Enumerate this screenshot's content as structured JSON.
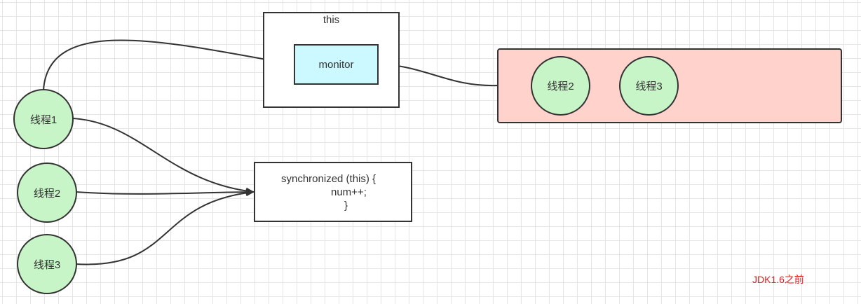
{
  "this_box": {
    "title": "this"
  },
  "monitor": {
    "label": "monitor"
  },
  "waiting_queue": {
    "threads": [
      "线程2",
      "线程3"
    ],
    "fill": "#ffd3cc"
  },
  "threads": [
    "线程1",
    "线程2",
    "线程3"
  ],
  "thread_fill": "#c8f5c8",
  "monitor_fill": "#ccf9ff",
  "code_block": {
    "line1": "synchronized (this) {",
    "line2": "num++;",
    "line3": "}"
  },
  "note": {
    "text": "JDK1.6之前",
    "color": "#e02020"
  }
}
